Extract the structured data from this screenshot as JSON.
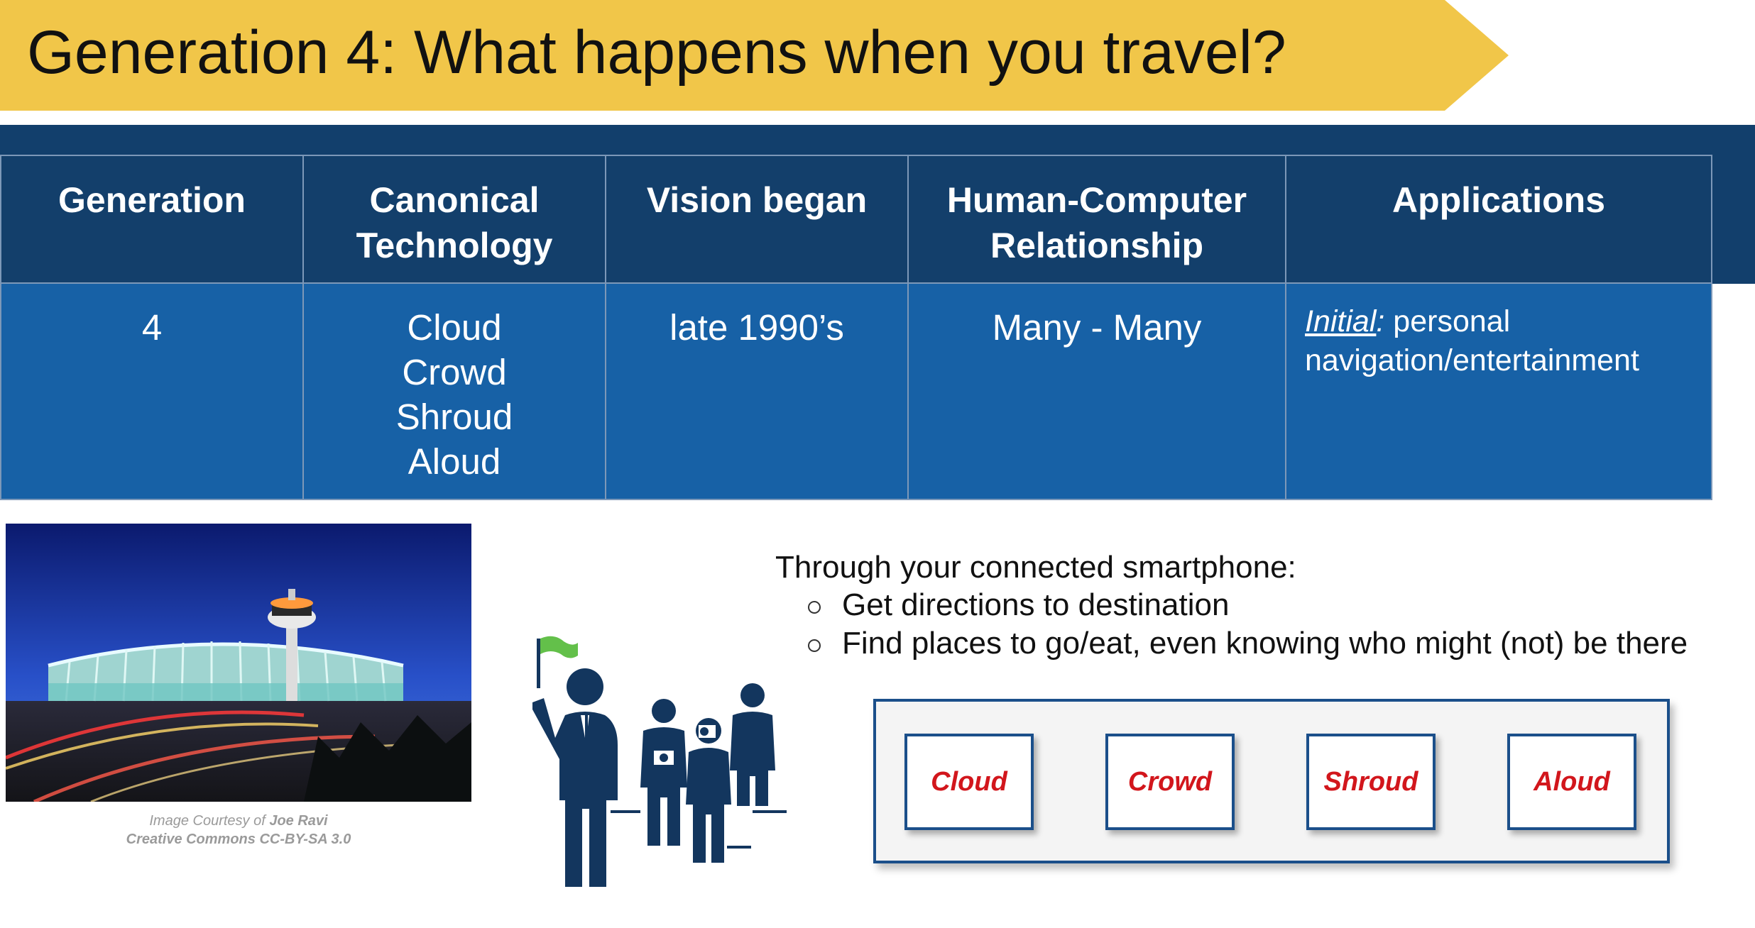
{
  "slide": {
    "title": "Generation 4: What happens when you travel?"
  },
  "table": {
    "headers": [
      [
        "Generation"
      ],
      [
        "Canonical",
        "Technology"
      ],
      [
        "Vision began"
      ],
      [
        "Human-Computer",
        "Relationship"
      ],
      [
        "Applications"
      ]
    ],
    "row": {
      "generation": "4",
      "technology": [
        "Cloud",
        "Crowd",
        "Shroud",
        "Aloud"
      ],
      "vision_began": "late 1990’s",
      "relationship": "Many - Many",
      "applications_label": "Initial",
      "applications_colon": ":",
      "applications_line1": " personal",
      "applications_line2": "navigation/entertainment"
    }
  },
  "image_credit": {
    "prefix": "Image Courtesy of ",
    "author": "Joe Ravi",
    "license": "Creative Commons CC-BY-SA 3.0"
  },
  "bullets": {
    "lead": "Through your connected smartphone:",
    "items": [
      "Get directions to destination",
      "Find places to go/eat, even knowing who might (not) be there"
    ]
  },
  "concepts": [
    "Cloud",
    "Crowd",
    "Shroud",
    "Aloud"
  ],
  "colors": {
    "banner": "#f1c649",
    "header_row": "#133f6b",
    "body_row": "#1761a6",
    "concept_text": "#d2161c",
    "concept_border": "#1b4f8a"
  }
}
